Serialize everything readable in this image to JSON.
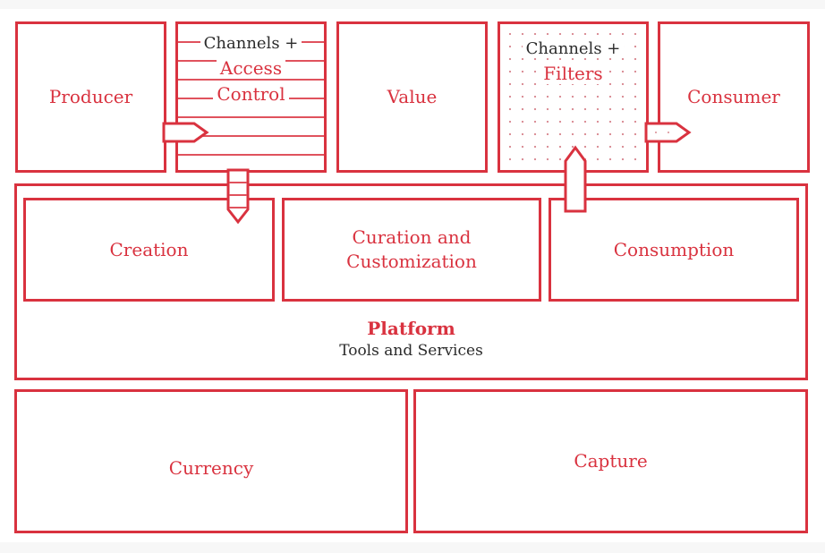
{
  "diagram": {
    "top_row": {
      "producer": "Producer",
      "channels_access": {
        "line1": "Channels +",
        "line2": "Access",
        "line3": "Control"
      },
      "value": "Value",
      "channels_filters": {
        "line1": "Channels +",
        "line2": "Filters"
      },
      "consumer": "Consumer"
    },
    "platform": {
      "title": "Platform",
      "subtitle": "Tools and Services",
      "modules": [
        {
          "label": "Creation"
        },
        {
          "label_line1": "Curation and",
          "label_line2": "Customization"
        },
        {
          "label": "Consumption"
        }
      ]
    },
    "bottom_row": {
      "currency": "Currency",
      "capture": "Capture"
    },
    "colors": {
      "accent": "#d9323f",
      "text_dark": "#2b2b2b"
    }
  }
}
